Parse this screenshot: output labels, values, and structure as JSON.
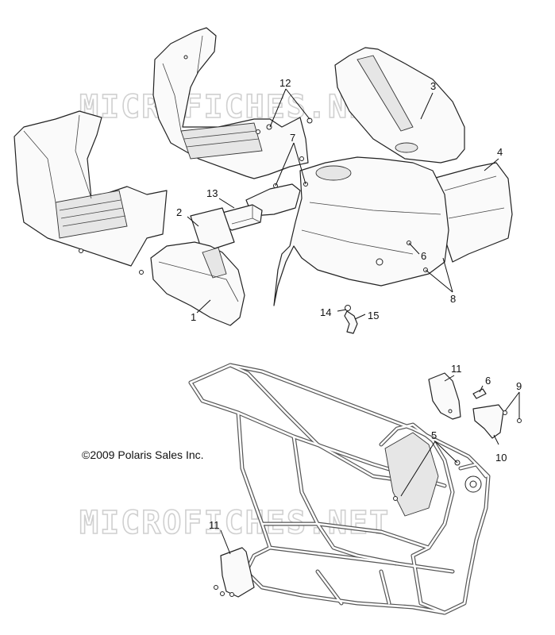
{
  "watermark": "MICROFICHES.NET",
  "copyright": "©2009 Polaris Sales Inc.",
  "callouts": [
    {
      "id": "c1",
      "label": "1"
    },
    {
      "id": "c2",
      "label": "2"
    },
    {
      "id": "c3",
      "label": "3"
    },
    {
      "id": "c4",
      "label": "4"
    },
    {
      "id": "c5",
      "label": "5"
    },
    {
      "id": "c6a",
      "label": "6"
    },
    {
      "id": "c6b",
      "label": "6"
    },
    {
      "id": "c7",
      "label": "7"
    },
    {
      "id": "c8",
      "label": "8"
    },
    {
      "id": "c9",
      "label": "9"
    },
    {
      "id": "c10",
      "label": "10"
    },
    {
      "id": "c11a",
      "label": "11"
    },
    {
      "id": "c11b",
      "label": "11"
    },
    {
      "id": "c12",
      "label": "12"
    },
    {
      "id": "c13",
      "label": "13"
    },
    {
      "id": "c14",
      "label": "14"
    },
    {
      "id": "c15",
      "label": "15"
    }
  ]
}
